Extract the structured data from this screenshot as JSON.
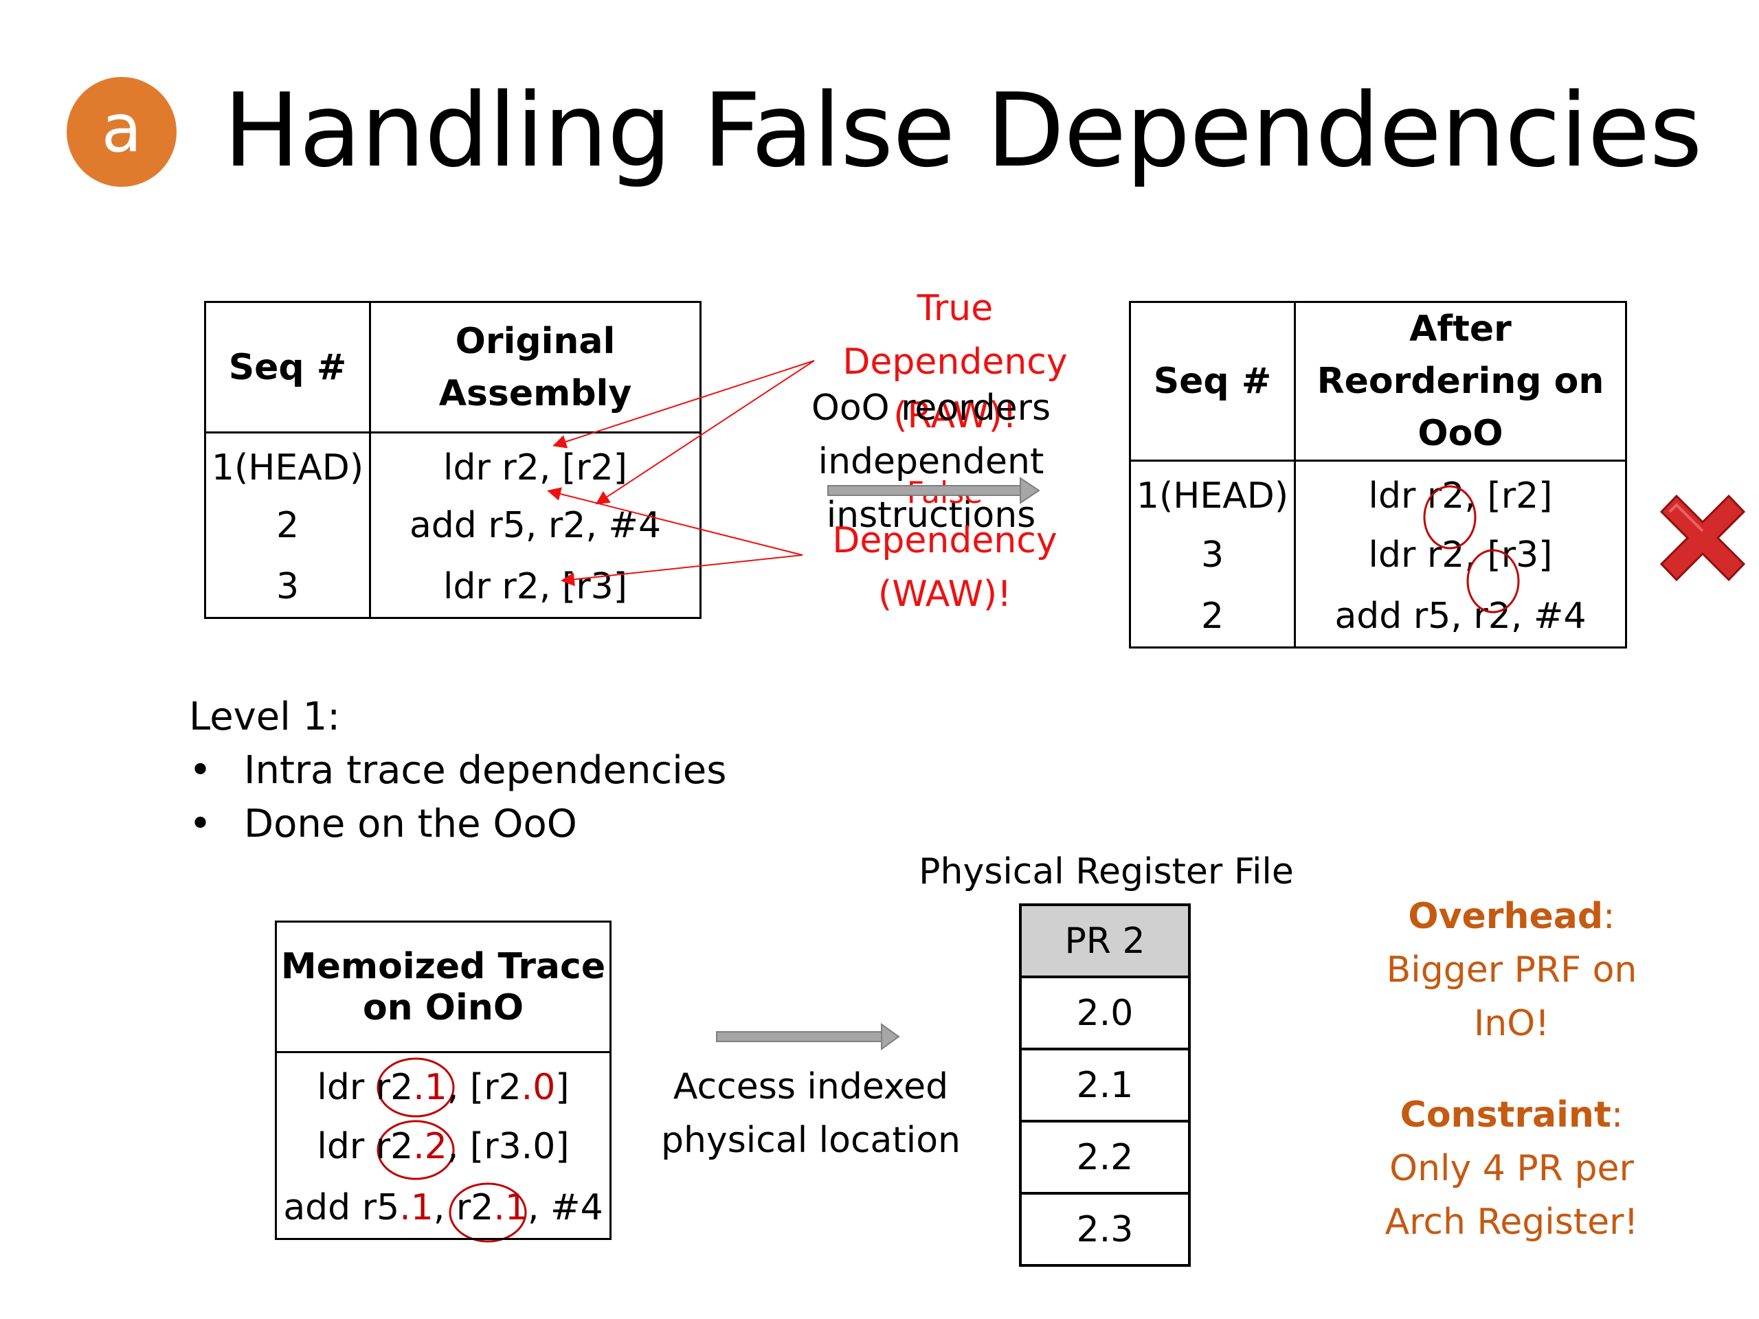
{
  "badge": "a",
  "title": "Handling False Dependencies",
  "table_original": {
    "headers": [
      "Seq #",
      "Original Assembly"
    ],
    "rows": [
      [
        "1(HEAD)",
        "ldr r2, [r2]"
      ],
      [
        "2",
        "add r5, r2, #4"
      ],
      [
        "3",
        "ldr r2, [r3]"
      ]
    ]
  },
  "table_reordered": {
    "headers": [
      "Seq #",
      "After Reordering on OoO"
    ],
    "rows": [
      [
        "1(HEAD)",
        "ldr r2, [r2]"
      ],
      [
        "3",
        "ldr r2, [r3]"
      ],
      [
        "2",
        "add r5, r2, #4"
      ]
    ]
  },
  "annotations": {
    "true_dep_1": "True",
    "true_dep_2": "Dependency",
    "true_dep_3": "(RAW)!",
    "false_dep_1": "False",
    "false_dep_2": "Dependency",
    "false_dep_3": "(WAW)!",
    "ooo_1": "OoO reorders",
    "ooo_2": "independent",
    "ooo_3": "instructions"
  },
  "level": {
    "heading": "Level 1:",
    "bullets": [
      "Intra trace dependencies",
      "Done on the OoO"
    ]
  },
  "memo_table": {
    "header_1": "Memoized Trace",
    "header_2": "on OinO",
    "row1": {
      "op": "ldr ",
      "reg": "r2",
      "sub": ".1",
      "sep": ", [r2",
      "sub2": ".0",
      "end": "]"
    },
    "row2": {
      "op": "ldr ",
      "reg": "r2",
      "sub": ".2",
      "rest": ", [r3.0]"
    },
    "row3": {
      "op": "add r5",
      "sub": ".1",
      "sep": ", ",
      "reg": "r2",
      "sub2": ".1",
      "end": ", #4"
    }
  },
  "access_text_1": "Access indexed",
  "access_text_2": "physical location",
  "prf": {
    "title": "Physical Register File",
    "header": "PR 2",
    "cells": [
      "2.0",
      "2.1",
      "2.2",
      "2.3"
    ]
  },
  "overhead": {
    "label": "Overhead",
    "colon": ":",
    "line1": "Bigger PRF on",
    "line2": "InO!"
  },
  "constraint": {
    "label": "Constraint",
    "colon": ":",
    "line1": "Only 4 PR per",
    "line2": "Arch Register!"
  }
}
